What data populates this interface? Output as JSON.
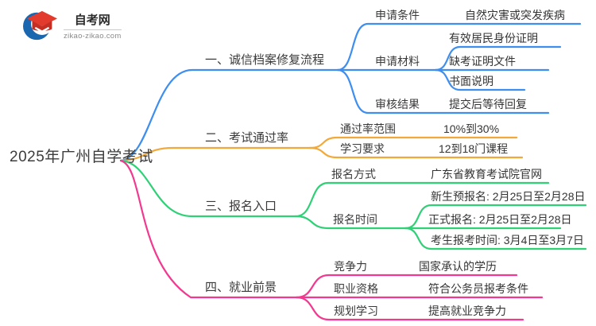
{
  "logo": {
    "site_name": "自考网",
    "site_url": "zikao-zikao.com",
    "icon_blue": "#1a67b0",
    "icon_red": "#e23a2c",
    "icon_red_dark": "#c52f23"
  },
  "colors": {
    "blue": "#3E8EF0",
    "orange": "#F2A93B",
    "green": "#2FD076",
    "pink": "#F2398F"
  },
  "root": {
    "label": "2025年广州自学考试"
  },
  "branches": [
    {
      "label": "一、诚信档案修复流程",
      "children": [
        {
          "label": "申请条件",
          "children": [
            {
              "label": "自然灾害或突发疾病"
            }
          ]
        },
        {
          "label": "申请材料",
          "children": [
            {
              "label": "有效居民身份证明"
            },
            {
              "label": "缺考证明文件"
            },
            {
              "label": "书面说明"
            }
          ]
        },
        {
          "label": "审核结果",
          "children": [
            {
              "label": "提交后等待回复"
            }
          ]
        }
      ]
    },
    {
      "label": "二、考试通过率",
      "children": [
        {
          "label": "通过率范围",
          "children": [
            {
              "label": "10%到30%"
            }
          ]
        },
        {
          "label": "学习要求",
          "children": [
            {
              "label": "12到18门课程"
            }
          ]
        }
      ]
    },
    {
      "label": "三、报名入口",
      "children": [
        {
          "label": "报名方式",
          "children": [
            {
              "label": "广东省教育考试院官网"
            }
          ]
        },
        {
          "label": "报名时间",
          "children": [
            {
              "label": "新生预报名: 2月25日至2月28日"
            },
            {
              "label": "正式报名: 2月25日至2月28日"
            },
            {
              "label": "考生报考时间: 3月4日至3月7日"
            }
          ]
        }
      ]
    },
    {
      "label": "四、就业前景",
      "children": [
        {
          "label": "竞争力",
          "children": [
            {
              "label": "国家承认的学历"
            }
          ]
        },
        {
          "label": "职业资格",
          "children": [
            {
              "label": "符合公务员报考条件"
            }
          ]
        },
        {
          "label": "规划学习",
          "children": [
            {
              "label": "提高就业竞争力"
            }
          ]
        }
      ]
    }
  ]
}
